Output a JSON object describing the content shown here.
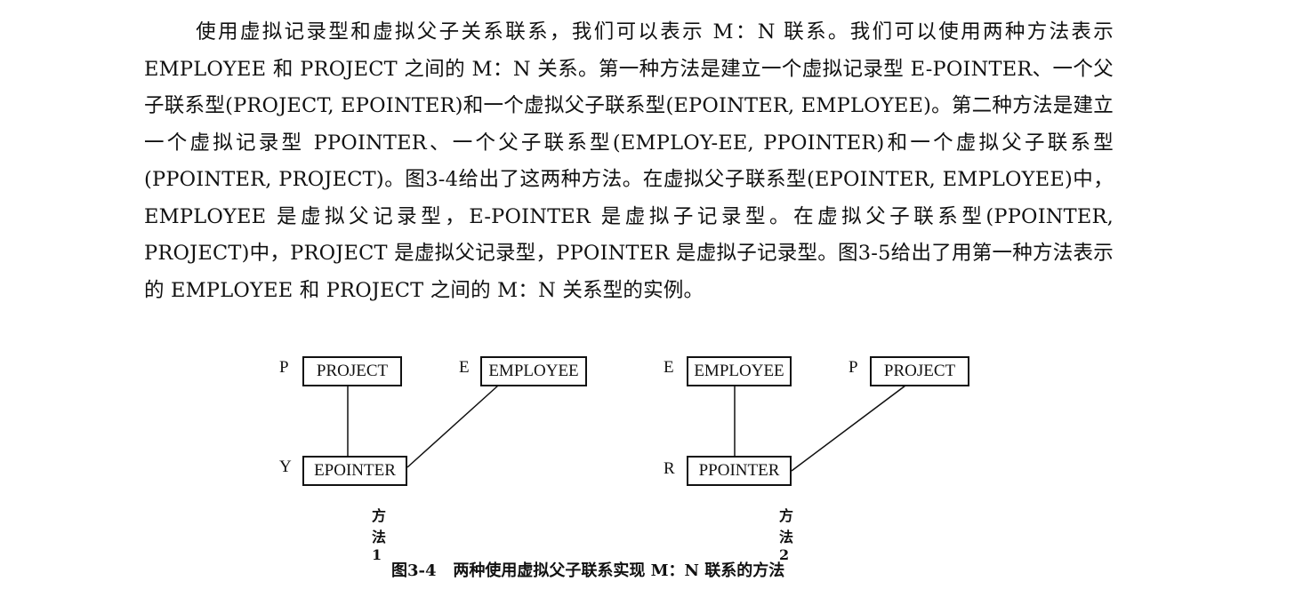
{
  "paragraph": "使用虚拟记录型和虚拟父子关系联系，我们可以表示 M：N 联系。我们可以使用两种方法表示 EMPLOYEE 和 PROJECT 之间的 M：N 关系。第一种方法是建立一个虚拟记录型 E-POINTER、一个父子联系型(PROJECT, EPOINTER)和一个虚拟父子联系型(EPOINTER, EMPLOYEE)。第二种方法是建立一个虚拟记录型 PPOINTER、一个父子联系型(EMPLOY-EE, PPOINTER)和一个虚拟父子联系型(PPOINTER, PROJECT)。图3-4给出了这两种方法。在虚拟父子联系型(EPOINTER, EMPLOYEE)中，EMPLOYEE 是虚拟父记录型，E-POINTER 是虚拟子记录型。在虚拟父子联系型(PPOINTER, PROJECT)中，PROJECT 是虚拟父记录型，PPOINTER 是虚拟子记录型。图3-5给出了用第一种方法表示的 EMPLOYEE 和 PROJECT 之间的 M：N 关系型的实例。",
  "method1": {
    "caption": "方法1",
    "parent": {
      "tag": "P",
      "label": "PROJECT"
    },
    "virtual_parent": {
      "tag": "E",
      "label": "EMPLOYEE"
    },
    "child": {
      "tag": "Y",
      "label": "EPOINTER"
    }
  },
  "method2": {
    "caption": "方法2",
    "parent": {
      "tag": "E",
      "label": "EMPLOYEE"
    },
    "virtual_parent": {
      "tag": "P",
      "label": "PROJECT"
    },
    "child": {
      "tag": "R",
      "label": "PPOINTER"
    }
  },
  "figure_caption": "图3-4   两种使用虚拟父子联系实现 M：N 联系的方法"
}
